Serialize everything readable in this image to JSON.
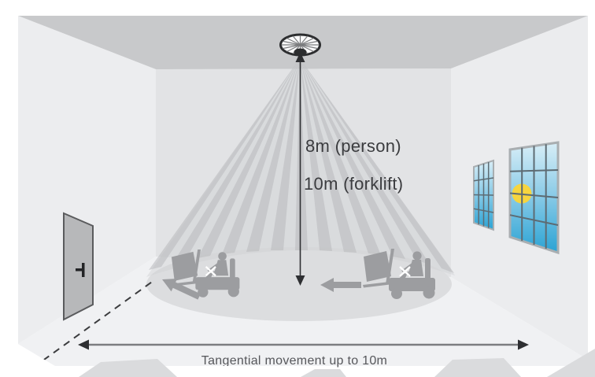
{
  "diagram": {
    "label_person_range": "8m (person)",
    "label_forklift_range": "10m (forklift)",
    "label_tangential": "Tangential movement up to 10m"
  },
  "measurements": {
    "detection_range_person_m": 8,
    "detection_range_forklift_m": 10,
    "tangential_movement_max_m": 10
  },
  "icons": {
    "sensor": "ceiling-presence-detector-icon",
    "beams": "detection-beam-fan",
    "zone": "floor-detection-zone-ellipse",
    "door": "door-icon",
    "windows": "window-icon",
    "forklifts": "forklift-with-driver-icon",
    "movement_arrows": "left-arrow-icon",
    "radial_path": "dashed-entry-path",
    "tangential_arrow": "double-headed-arrow"
  },
  "colors": {
    "ceiling": "#c8c9cb",
    "back_wall": "#e2e3e5",
    "side_wall": "#ecedef",
    "floor": "#f0f1f3",
    "detection_zone": "#dcdddf",
    "beam": "#b9babd",
    "silhouette": "#9c9da0",
    "window_glass_top": "#d8eef7",
    "window_glass_bottom": "#2ba3d4",
    "sun": "#f6d53f",
    "text": "#3b3c3f"
  }
}
